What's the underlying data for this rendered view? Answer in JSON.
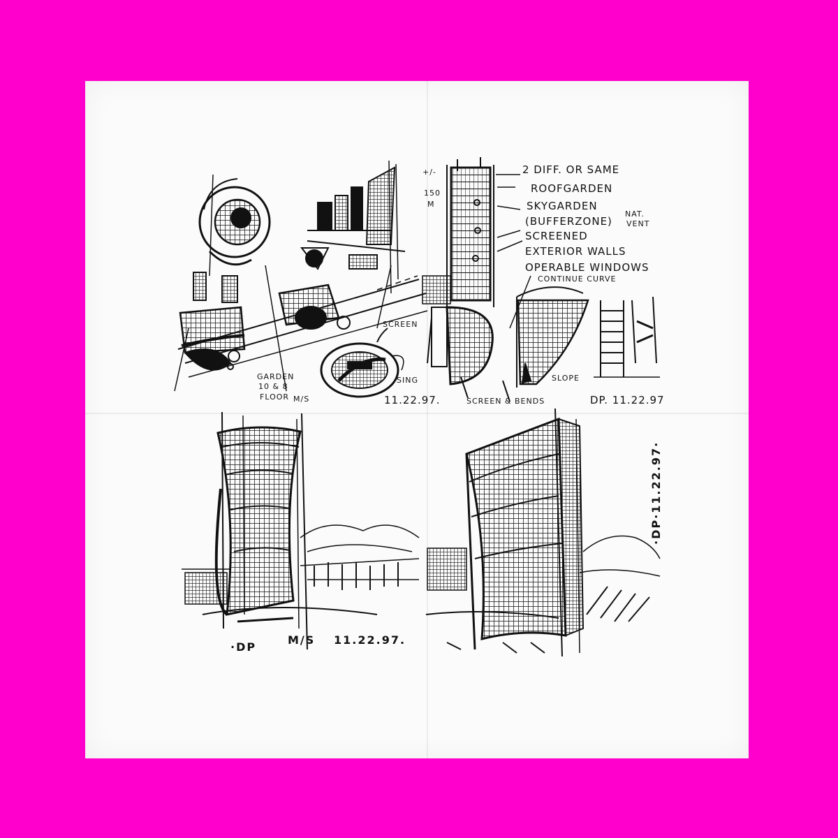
{
  "colors": {
    "frame": "#ff00cc",
    "paper": "#fbfbfb",
    "ink": "#111111"
  },
  "top_left": {
    "annotation_screen": "SCREEN",
    "annotation_garden_1": "GARDEN",
    "annotation_garden_2": "10 & 8",
    "annotation_garden_3": "FLOOR",
    "initials": "M/S",
    "annotation_sing": "SING",
    "date": "11.22.97."
  },
  "top_right": {
    "height_label_1": "+/-",
    "height_label_2": "150",
    "height_label_3": "M",
    "note_1": "2 DIFF. OR SAME",
    "note_2": "ROOFGARDEN",
    "note_3": "SKYGARDEN",
    "note_4": "(BUFFERZONE)",
    "note_nat_1": "NAT.",
    "note_nat_2": "VENT",
    "note_5": "SCREENED",
    "note_6": "EXTERIOR WALLS",
    "note_7": "OPERABLE WINDOWS",
    "continue_curve": "CONTINUE CURVE",
    "slope": "SLOPE",
    "screen_bends": "SCREEN & BENDS",
    "signature": "DP. 11.22.97"
  },
  "bottom_left": {
    "signature": "·DP",
    "initials": "M/S",
    "date": "11.22.97."
  },
  "bottom_right": {
    "signature": "·DP·11.22.97·"
  }
}
